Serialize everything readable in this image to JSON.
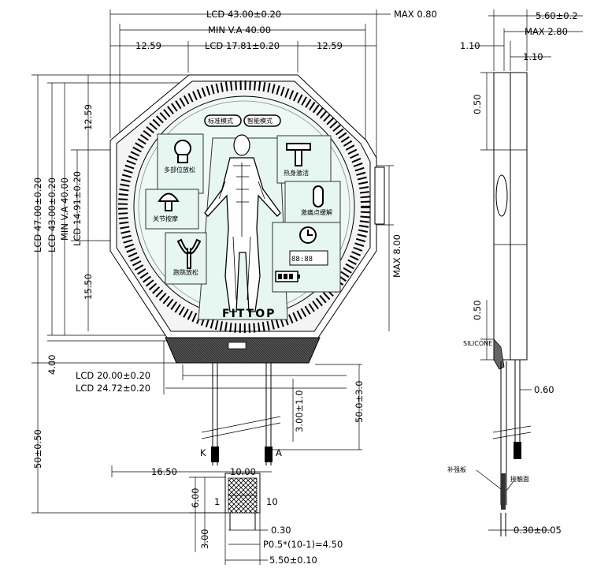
{
  "front_view": {
    "top_dims": {
      "lcd_width": "LCD 43.00±0.20",
      "max_thickness_top": "MAX 0.80",
      "min_va_width": "MIN V.A 40.00",
      "left_bevel": "12.59",
      "lcd_flat": "LCD 17.81±0.20",
      "right_bevel": "12.59"
    },
    "left_dims": {
      "lcd_height": "LCD 47.00±0.20",
      "lcd_height_inner": "LCD 43.00±0.20",
      "min_va_height": "MIN V.A 40.00",
      "lcd_side": "LCD 14.91±0.20",
      "top_bevel": "12.59",
      "bottom_bevel": "15.50",
      "ledge": "4.00",
      "total_length": "50±0.50"
    },
    "right_dims": {
      "max_bump": "MAX 8.00",
      "fpc_length": "50.0±3.0",
      "lead_length": "3.00±1.0"
    },
    "bottom_dims": {
      "lcd_base": "LCD 20.00±0.20",
      "lcd_base_outer": "LCD 24.72±0.20",
      "offset": "16.50",
      "fpc_width": "10.00",
      "pin1_len": "6.00",
      "contact_len": "3.00",
      "pin_width": "0.30",
      "pitch": "P0.5*(10-1)=4.50",
      "connector_width": "5.50±0.10"
    },
    "lead_labels": {
      "cathode": "K",
      "anode": "A"
    },
    "pin_labels": {
      "first": "1",
      "last": "10"
    },
    "display": {
      "modes": [
        "标准模式",
        "智能模式"
      ],
      "functions": [
        "多部位放松",
        "关节按摩",
        "跑跳放松",
        "热身激活",
        "激痛点缓解"
      ],
      "digits": "88:88",
      "brand": "FITTOP"
    }
  },
  "side_view": {
    "total_thickness": "5.60±0.2",
    "max_glass": "MAX 2.80",
    "left_glass": "1.10",
    "right_glass": "1.10",
    "top_gap": "0.50",
    "bottom_gap": "0.50",
    "fpc_thickness": "0.60",
    "silicone_label": "SILICONE",
    "stiffener_label": "补强板",
    "contact_label": "接触面",
    "tail_thickness": "0.30±0.05"
  }
}
